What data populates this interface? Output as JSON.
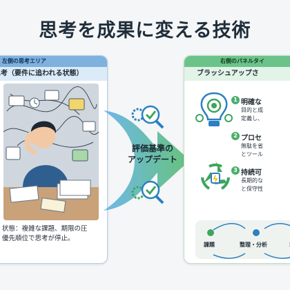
{
  "title": "思考を成果に変える技術",
  "left_panel": {
    "header": "左側の思考エリア",
    "subtitle": "思考（要件に追われる状態）",
    "caption_line1": "状態：複雑な課題、期限の圧",
    "caption_line2": "優先順位で思考が停止。"
  },
  "center": {
    "label_line1": "評価基準の",
    "label_line2": "アップデート"
  },
  "right_panel": {
    "header": "右側のパネルタイ",
    "subtitle": "ブラッシュアップさ",
    "items": [
      {
        "num": "1",
        "heading": "明確な",
        "desc1": "目的と成",
        "desc2": "定義し、"
      },
      {
        "num": "2",
        "heading": "プロセ",
        "desc1": "無駄を省",
        "desc2": "とツール"
      },
      {
        "num": "3",
        "heading": "持続可",
        "desc1": "長期的な",
        "desc2": "と保守性"
      }
    ],
    "flow": [
      "課題",
      "整理・分析",
      "計画"
    ]
  },
  "colors": {
    "left_accent": "#7fb1df",
    "right_accent": "#6cc38a",
    "arrow_blue": "#5fb0e8",
    "arrow_green": "#57bd6e"
  }
}
